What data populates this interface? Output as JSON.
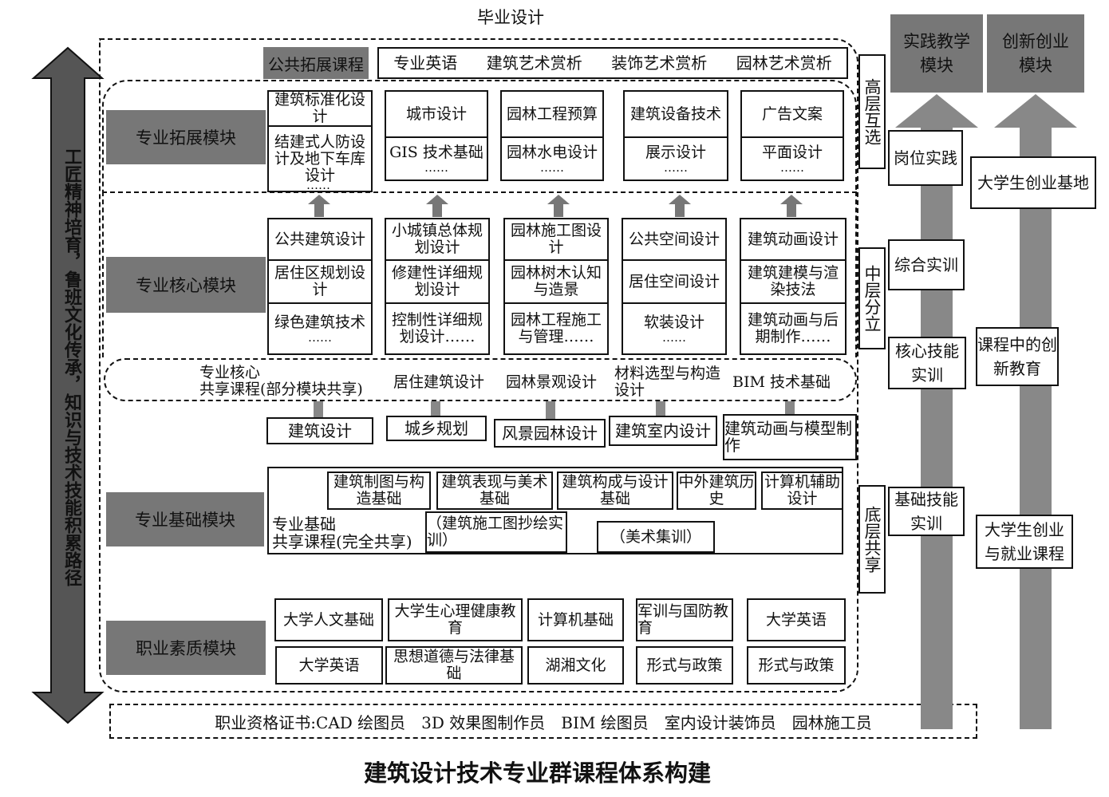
{
  "top_label": "毕业设计",
  "caption": "建筑设计技术专业群课程体系构建",
  "left_arrow_text": "工匠精神培育，鲁班文化传承，知识与技术技能积累路径",
  "public_ext": {
    "label": "公共拓展课程",
    "items": [
      "专业英语",
      "建筑艺术赏析",
      "装饰艺术赏析",
      "园林艺术赏析"
    ]
  },
  "modules": {
    "expand": "专业拓展模块",
    "core": "专业核心模块",
    "basic": "专业基础模块",
    "quality": "职业素质模块"
  },
  "expand_columns": [
    {
      "top": "建筑标准化设计",
      "mid": "结建式人防设计及地下车库设计",
      "more": "……"
    },
    {
      "top": "城市设计",
      "mid": "GIS 技术基础",
      "more": "……"
    },
    {
      "top": "园林工程预算",
      "mid": "园林水电设计",
      "more": "……"
    },
    {
      "top": "建筑设备技术",
      "mid": "展示设计",
      "more": "……"
    },
    {
      "top": "广告文案",
      "mid": "平面设计",
      "more": "……"
    }
  ],
  "core_columns": [
    {
      "c1": "公共建筑设计",
      "c2": "居住区规划设计",
      "c3": "绿色建筑技术",
      "more": "……"
    },
    {
      "c1": "小城镇总体规划设计",
      "c2": "修建性详细规划设计",
      "c3": "控制性详细规划设计……",
      "more": ""
    },
    {
      "c1": "园林施工图设计",
      "c2": "园林树木认知与造景",
      "c3": "园林工程施工与管理……",
      "more": ""
    },
    {
      "c1": "公共空间设计",
      "c2": "居住空间设计",
      "c3": "软装设计",
      "more": "……"
    },
    {
      "c1": "建筑动画设计",
      "c2": "建筑建模与渲染技法",
      "c3": "建筑动画与后期制作……",
      "more": ""
    }
  ],
  "shared_core": {
    "label_line1": "专业核心",
    "label_line2": "共享课程(部分模块共享)",
    "items": [
      "居住建筑设计",
      "园林景观设计",
      "材料选型与构造设计",
      "BIM 技术基础"
    ]
  },
  "majors": [
    "建筑设计",
    "城乡规划",
    "风景园林设计",
    "建筑室内设计",
    "建筑动画与模型制作"
  ],
  "basic": {
    "courses": [
      "建筑制图与构造基础",
      "建筑表现与美术基础",
      "建筑构成与设计基础",
      "中外建筑历史",
      "计算机辅助设计"
    ],
    "label_line1": "专业基础",
    "label_line2": "共享课程(完全共享)",
    "practice": [
      "（建筑施工图抄绘实训）",
      "（美术集训）"
    ]
  },
  "quality": {
    "row1": [
      "大学人文基础",
      "大学生心理健康教育",
      "计算机基础",
      "军训与国防教育",
      "大学英语"
    ],
    "row2": [
      "大学英语",
      "思想道德与法律基础",
      "湖湘文化",
      "形式与政策",
      "形式与政策"
    ]
  },
  "certs": "职业资格证书:CAD 绘图员　3D 效果图制作员　BIM 绘图员　室内设计装饰员　园林施工员",
  "layers": {
    "top": "高层互选",
    "middle": "中层分立",
    "bottom": "底层共享"
  },
  "practice_module": {
    "title": "实践教学模块",
    "items": [
      "岗位实践",
      "综合实训",
      "核心技能实训",
      "基础技能实训"
    ]
  },
  "innovation_module": {
    "title": "创新创业模块",
    "items": [
      "大学生创业基地",
      "课程中的创新教育",
      "大学生创业与就业课程"
    ]
  }
}
